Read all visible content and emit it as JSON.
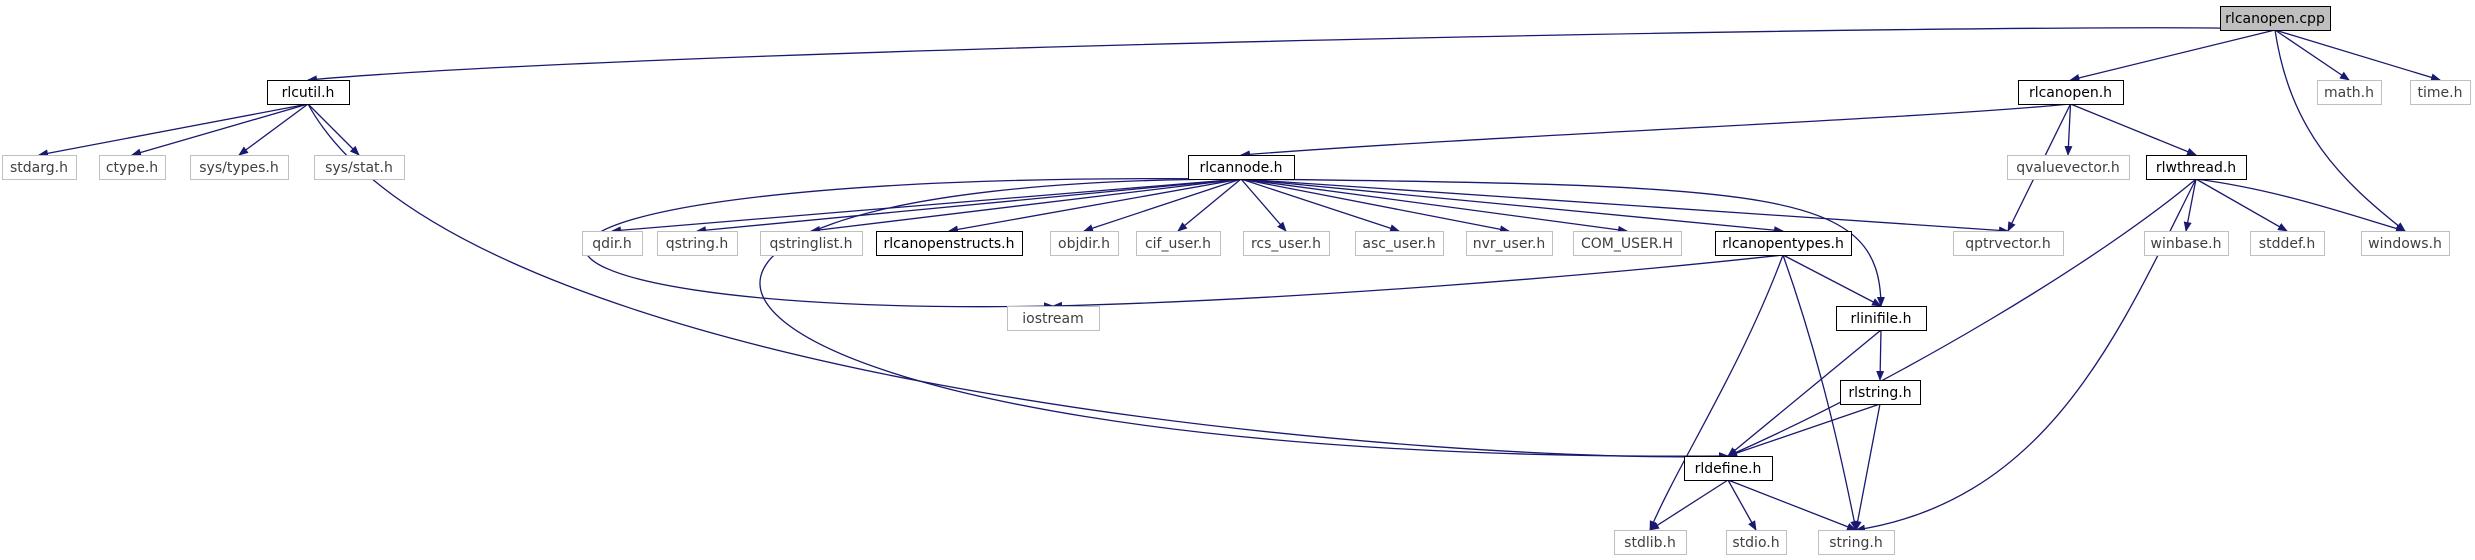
{
  "colors": {
    "edge": "#191970",
    "label": "#000000",
    "label_muted": "#404040",
    "border_internal": "#000000",
    "border_external": "#bfbfbf",
    "fill_root": "#bfbfbf",
    "fill_default": "#ffffff"
  },
  "nodes": [
    {
      "id": "rlcanopen_cpp",
      "label": "rlcanopen.cpp",
      "kind": "root"
    },
    {
      "id": "rlcutil_h",
      "label": "rlcutil.h",
      "kind": "internal"
    },
    {
      "id": "rlcanopen_h",
      "label": "rlcanopen.h",
      "kind": "internal"
    },
    {
      "id": "math_h",
      "label": "math.h",
      "kind": "external"
    },
    {
      "id": "time_h",
      "label": "time.h",
      "kind": "external"
    },
    {
      "id": "stdarg_h",
      "label": "stdarg.h",
      "kind": "external"
    },
    {
      "id": "ctype_h",
      "label": "ctype.h",
      "kind": "external"
    },
    {
      "id": "sys_types_h",
      "label": "sys/types.h",
      "kind": "external"
    },
    {
      "id": "sys_stat_h",
      "label": "sys/stat.h",
      "kind": "external"
    },
    {
      "id": "rlcannode_h",
      "label": "rlcannode.h",
      "kind": "internal"
    },
    {
      "id": "qvaluevector_h",
      "label": "qvaluevector.h",
      "kind": "external"
    },
    {
      "id": "rlwthread_h",
      "label": "rlwthread.h",
      "kind": "internal"
    },
    {
      "id": "qdir_h",
      "label": "qdir.h",
      "kind": "external"
    },
    {
      "id": "qstring_h",
      "label": "qstring.h",
      "kind": "external"
    },
    {
      "id": "qstringlist_h",
      "label": "qstringlist.h",
      "kind": "external"
    },
    {
      "id": "rlcanopenstructs_h",
      "label": "rlcanopenstructs.h",
      "kind": "internal"
    },
    {
      "id": "objdir_h",
      "label": "objdir.h",
      "kind": "external"
    },
    {
      "id": "cif_user_h",
      "label": "cif_user.h",
      "kind": "external"
    },
    {
      "id": "rcs_user_h",
      "label": "rcs_user.h",
      "kind": "external"
    },
    {
      "id": "asc_user_h",
      "label": "asc_user.h",
      "kind": "external"
    },
    {
      "id": "nvr_user_h",
      "label": "nvr_user.h",
      "kind": "external"
    },
    {
      "id": "COM_USER_H",
      "label": "COM_USER.H",
      "kind": "external"
    },
    {
      "id": "rlcanopentypes_h",
      "label": "rlcanopentypes.h",
      "kind": "internal"
    },
    {
      "id": "qptrvector_h",
      "label": "qptrvector.h",
      "kind": "external"
    },
    {
      "id": "winbase_h",
      "label": "winbase.h",
      "kind": "external"
    },
    {
      "id": "stddef_h",
      "label": "stddef.h",
      "kind": "external"
    },
    {
      "id": "windows_h",
      "label": "windows.h",
      "kind": "external"
    },
    {
      "id": "iostream",
      "label": "iostream",
      "kind": "external"
    },
    {
      "id": "rlinifile_h",
      "label": "rlinifile.h",
      "kind": "internal"
    },
    {
      "id": "rlstring_h",
      "label": "rlstring.h",
      "kind": "internal"
    },
    {
      "id": "rldefine_h",
      "label": "rldefine.h",
      "kind": "internal"
    },
    {
      "id": "stdlib_h",
      "label": "stdlib.h",
      "kind": "external"
    },
    {
      "id": "stdio_h",
      "label": "stdio.h",
      "kind": "external"
    },
    {
      "id": "string_h",
      "label": "string.h",
      "kind": "external"
    }
  ],
  "edges": [
    [
      "rlcanopen_cpp",
      "rlcutil_h"
    ],
    [
      "rlcanopen_cpp",
      "rlcanopen_h"
    ],
    [
      "rlcanopen_cpp",
      "math_h"
    ],
    [
      "rlcanopen_cpp",
      "time_h"
    ],
    [
      "rlcanopen_cpp",
      "windows_h"
    ],
    [
      "rlcutil_h",
      "stdarg_h"
    ],
    [
      "rlcutil_h",
      "ctype_h"
    ],
    [
      "rlcutil_h",
      "sys_types_h"
    ],
    [
      "rlcutil_h",
      "sys_stat_h"
    ],
    [
      "rlcutil_h",
      "rldefine_h"
    ],
    [
      "rlcanopen_h",
      "rlcannode_h"
    ],
    [
      "rlcanopen_h",
      "qvaluevector_h"
    ],
    [
      "rlcanopen_h",
      "rlwthread_h"
    ],
    [
      "rlcanopen_h",
      "qptrvector_h"
    ],
    [
      "rlcannode_h",
      "qdir_h"
    ],
    [
      "rlcannode_h",
      "qstring_h"
    ],
    [
      "rlcannode_h",
      "qstringlist_h"
    ],
    [
      "rlcannode_h",
      "rlcanopenstructs_h"
    ],
    [
      "rlcannode_h",
      "objdir_h"
    ],
    [
      "rlcannode_h",
      "cif_user_h"
    ],
    [
      "rlcannode_h",
      "rcs_user_h"
    ],
    [
      "rlcannode_h",
      "asc_user_h"
    ],
    [
      "rlcannode_h",
      "nvr_user_h"
    ],
    [
      "rlcannode_h",
      "COM_USER_H"
    ],
    [
      "rlcannode_h",
      "rlcanopentypes_h"
    ],
    [
      "rlcannode_h",
      "qptrvector_h"
    ],
    [
      "rlcannode_h",
      "iostream"
    ],
    [
      "rlcannode_h",
      "rlinifile_h"
    ],
    [
      "rlcannode_h",
      "rldefine_h"
    ],
    [
      "rlcanopentypes_h",
      "iostream"
    ],
    [
      "rlcanopentypes_h",
      "rlinifile_h"
    ],
    [
      "rlcanopentypes_h",
      "stdlib_h"
    ],
    [
      "rlcanopentypes_h",
      "string_h"
    ],
    [
      "rlinifile_h",
      "rlstring_h"
    ],
    [
      "rlinifile_h",
      "rldefine_h"
    ],
    [
      "rlstring_h",
      "rldefine_h"
    ],
    [
      "rlstring_h",
      "string_h"
    ],
    [
      "rldefine_h",
      "stdlib_h"
    ],
    [
      "rldefine_h",
      "stdio_h"
    ],
    [
      "rldefine_h",
      "string_h"
    ],
    [
      "rlwthread_h",
      "winbase_h"
    ],
    [
      "rlwthread_h",
      "stddef_h"
    ],
    [
      "rlwthread_h",
      "windows_h"
    ],
    [
      "rlwthread_h",
      "rldefine_h"
    ],
    [
      "rlwthread_h",
      "string_h"
    ]
  ]
}
